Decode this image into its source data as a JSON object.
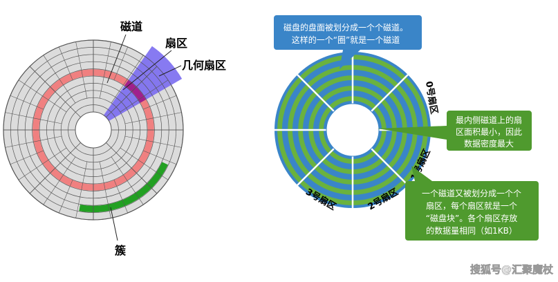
{
  "left_diagram": {
    "labels": {
      "track": "磁道",
      "sector": "扇区",
      "geometric_sector": "几何扇区",
      "cluster": "簇"
    },
    "colors": {
      "disk_fill": "#dcdcdc",
      "track_highlight": "#f08080",
      "cluster_highlight": "#22a022",
      "sector_highlight": "#7a6cf0",
      "sector_overlap": "#a0208c"
    }
  },
  "right_diagram": {
    "callout_top": [
      "磁盘的盘面被划分成一个个磁道。",
      "这样的一个“圈”就是一个磁道"
    ],
    "callout_middle": [
      "最内侧磁道上的扇",
      "区面积最小，因此",
      "数据密度最大"
    ],
    "callout_bottom": [
      "一个磁道又被划分成一个个",
      "扇区，每个扇区就是一个",
      "“磁盘块”。各个扇区存放",
      "的数据量相同（如1KB）"
    ],
    "sector_labels": {
      "sector0": "0号扇区",
      "sector1": "1号扇区",
      "sector2": "2号扇区",
      "sector3": "3号扇区"
    },
    "colors": {
      "ring_blue": "#3a85c8",
      "ring_green": "#6ab23e",
      "callout_blue": "#3a85c8",
      "callout_green": "#4f9a2e"
    }
  },
  "watermark": "搜狐号@汇聚魔杖"
}
